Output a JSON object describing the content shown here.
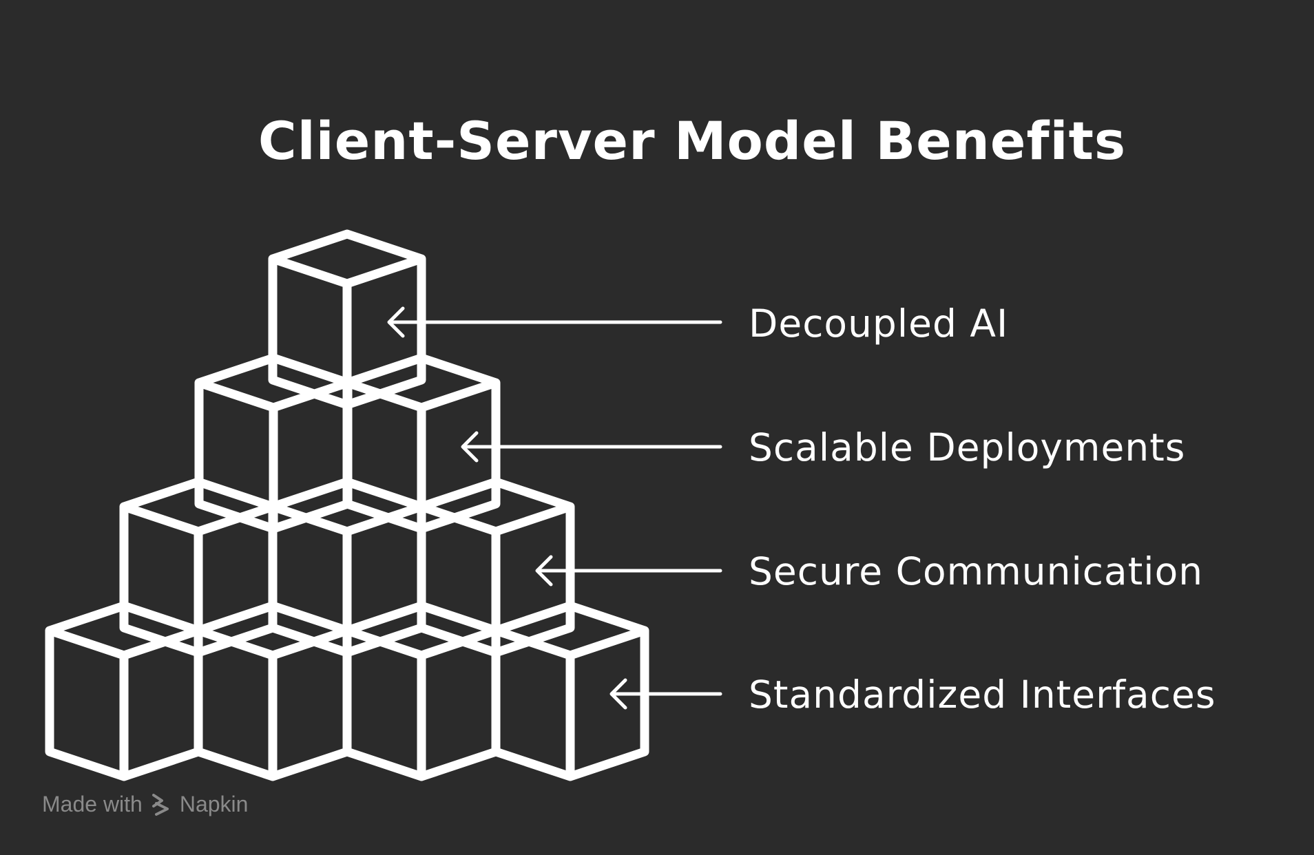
{
  "title": "Client-Server Model Benefits",
  "benefits": [
    "Decoupled AI",
    "Scalable Deployments",
    "Secure Communication",
    "Standardized Interfaces"
  ],
  "footer": {
    "made_with": "Made with",
    "brand": "Napkin",
    "brand_icon": "napkin-logo-icon"
  },
  "colors": {
    "background": "#2b2b2b",
    "stroke": "#ffffff",
    "footer_text": "#8a8a8a"
  }
}
